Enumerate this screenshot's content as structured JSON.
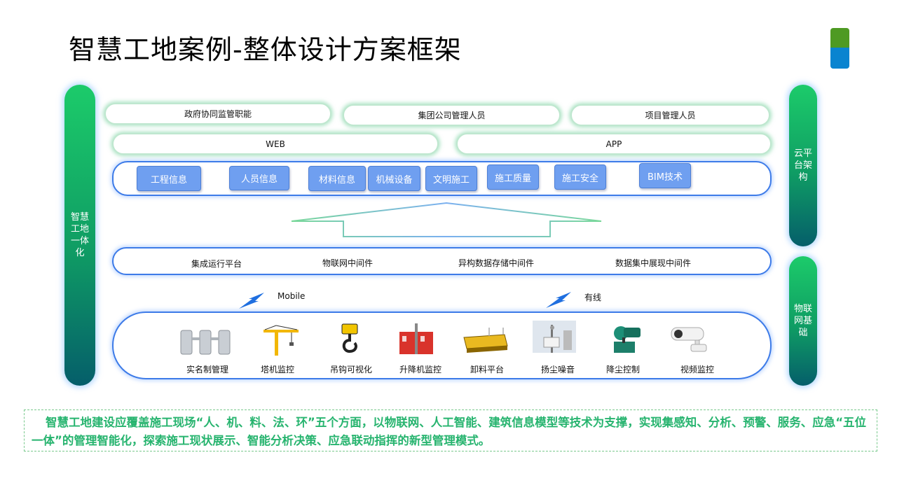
{
  "title": "智慧工地案例-整体设计方案框架",
  "left_bar": "智慧工地一体化",
  "right_bar_top": "云平台架构",
  "right_bar_bottom": "物联网基础",
  "users": [
    "政府协同监管职能",
    "集团公司管理人员",
    "项目管理人员"
  ],
  "access": [
    "WEB",
    "APP"
  ],
  "modules": [
    "工程信息",
    "人员信息",
    "材料信息",
    "机械设备",
    "文明施工",
    "施工质量",
    "施工安全",
    "BIM技术"
  ],
  "middleware": [
    "集成运行平台",
    "物联网中间件",
    "异构数据存储中间件",
    "数据集中展现中间件"
  ],
  "network": [
    "Mobile",
    "有线"
  ],
  "devices": [
    "实名制管理",
    "塔机监控",
    "吊钩可视化",
    "升降机监控",
    "卸料平台",
    "扬尘噪音",
    "降尘控制",
    "视频监控"
  ],
  "description": "智慧工地建设应覆盖施工现场“人、机、料、法、环”五个方面，以物联网、人工智能、建筑信息模型等技术为支撑，实现集感知、分析、预警、服务、应急“五位一体”的管理智能化，探索施工现状展示、智能分析决策、应急联动指挥的新型管理模式。",
  "colors": {
    "green": "#1ccb6a",
    "teal": "#055e6a",
    "module_blue": "#6f9ff0",
    "frame_blue": "#3d7be8",
    "text_green": "#27b46f",
    "logo_green": "#4e9a23",
    "logo_blue": "#0a84d0"
  }
}
